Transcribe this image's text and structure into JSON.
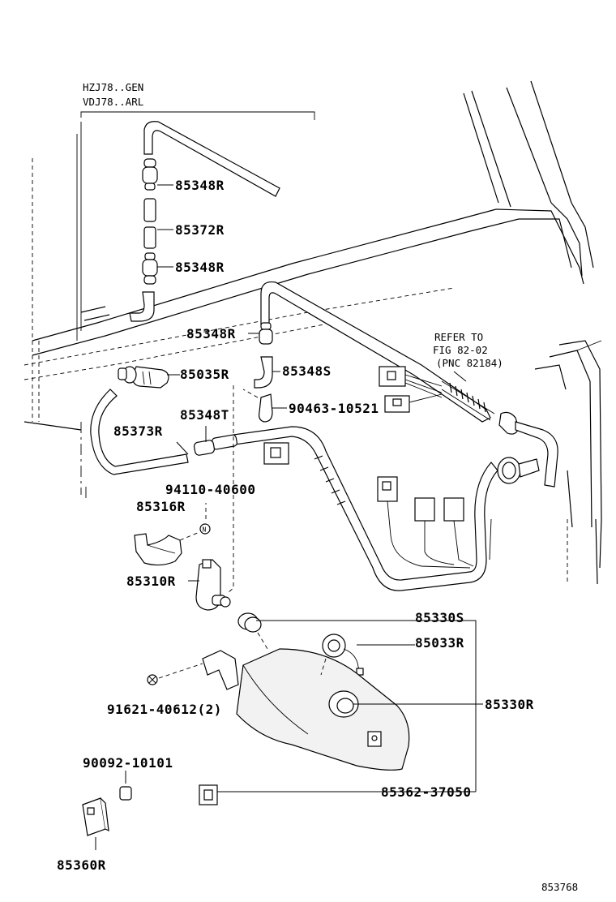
{
  "diagram": {
    "model_note": [
      "HZJ78..GEN",
      "VDJ78..ARL"
    ],
    "refer_note": [
      "REFER TO",
      "FIG 82-02",
      "(PNC 82184)"
    ],
    "figure_id": "853768",
    "callouts": {
      "hose_joint_upper": "85348R",
      "hose_mid": "85372R",
      "hose_joint_lower": "85348R",
      "joint_center": "85348R",
      "check_valve": "85035R",
      "joint_elbow": "85348S",
      "clamp": "90463-10521",
      "joint_tee": "85348T",
      "hose_long": "85373R",
      "nut_94110": "94110-40600",
      "bracket": "85316R",
      "pump_motor": "85310R",
      "grommet_85330S": "85330S",
      "cap_85033R": "85033R",
      "tank_85330R": "85330R",
      "bolt_91621": "91621-40612(2)",
      "cushion_85362": "85362-37050",
      "cushion_90092": "90092-10101",
      "bracket_85360R": "85360R"
    }
  }
}
